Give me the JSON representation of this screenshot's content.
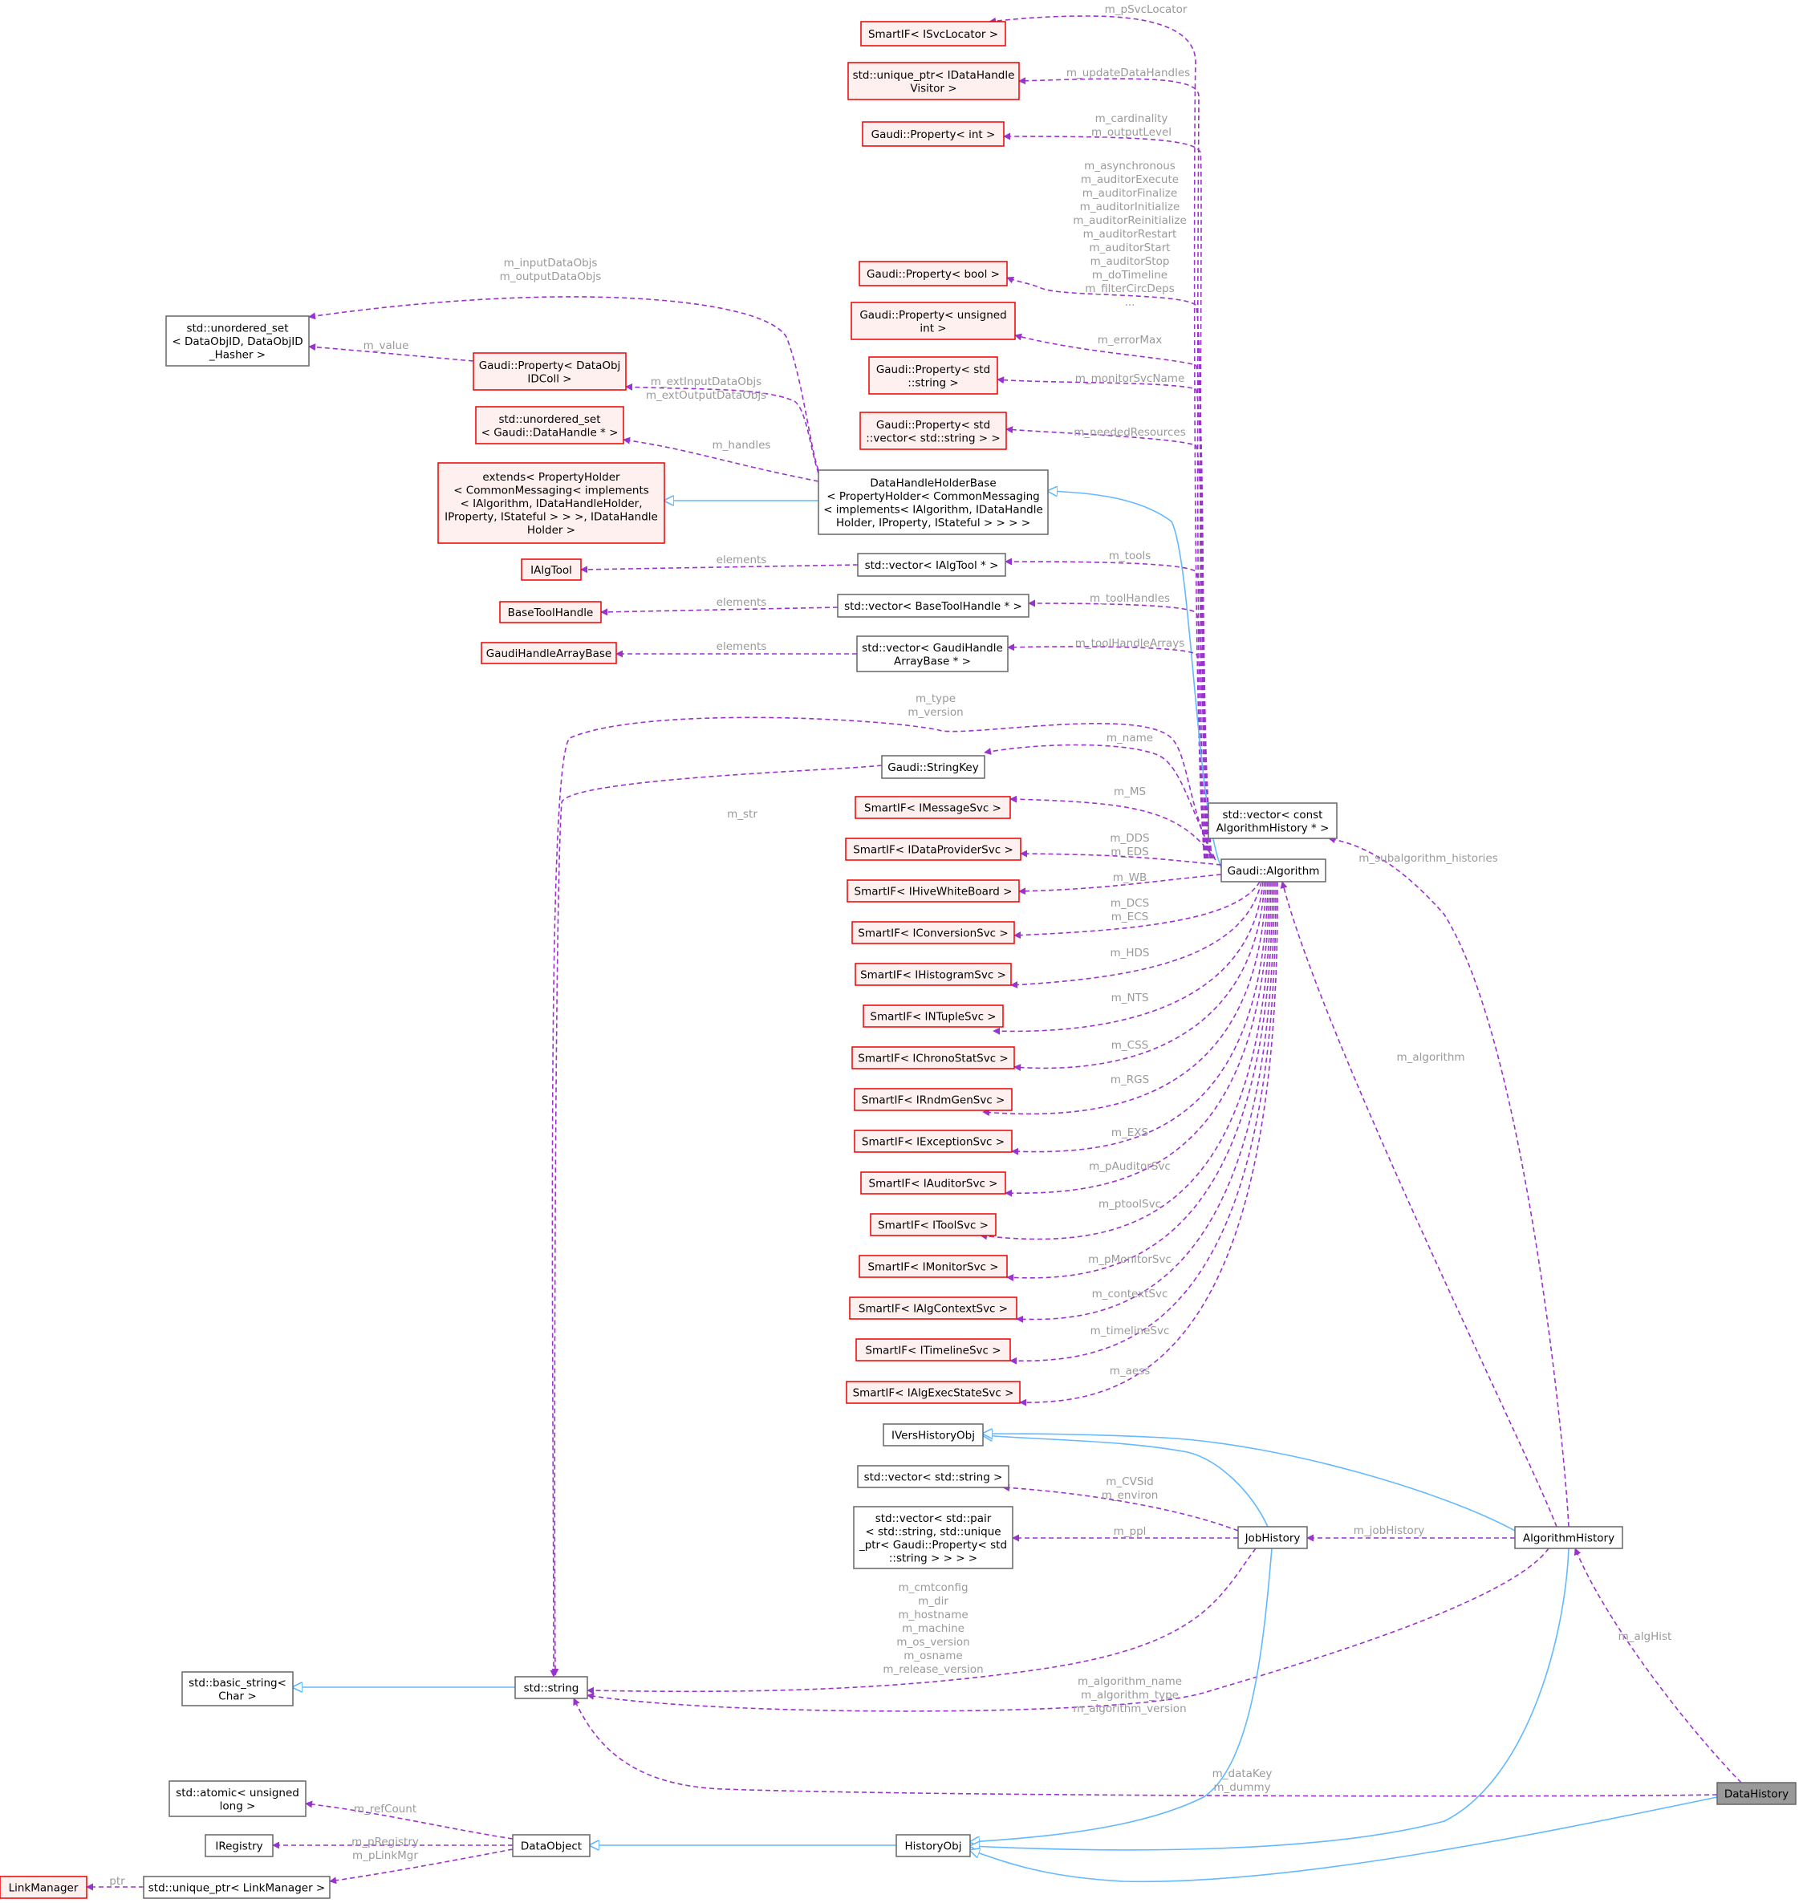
{
  "colors": {
    "node_border_plain": "#666666",
    "node_fill_plain": "#ffffff",
    "node_border_red": "#ee0000",
    "node_fill_red": "#fff0f0",
    "node_fill_root": "#999999",
    "node_border_root": "#666666",
    "edge_usage": "#9a32cd",
    "edge_inherit": "#63b8ff",
    "edge_label": "#9a9a9a"
  },
  "nodes": [
    {
      "id": "n_isvclocator",
      "lines": [
        "SmartIF< ISvcLocator >"
      ],
      "style": "red"
    },
    {
      "id": "n_uptr_visitor",
      "lines": [
        "std::unique_ptr< IDataHandle",
        "Visitor >"
      ],
      "style": "red"
    },
    {
      "id": "n_prop_int",
      "lines": [
        "Gaudi::Property< int >"
      ],
      "style": "red"
    },
    {
      "id": "n_prop_bool",
      "lines": [
        "Gaudi::Property< bool >"
      ],
      "style": "red"
    },
    {
      "id": "n_prop_unsigned",
      "lines": [
        "Gaudi::Property< unsigned",
        "int >"
      ],
      "style": "red"
    },
    {
      "id": "n_prop_string",
      "lines": [
        "Gaudi::Property< std",
        "::string >"
      ],
      "style": "red"
    },
    {
      "id": "n_prop_vecstring",
      "lines": [
        "Gaudi::Property< std",
        "::vector< std::string > >"
      ],
      "style": "red"
    },
    {
      "id": "n_unordered_dataobjid",
      "lines": [
        "std::unordered_set",
        "< DataObjID, DataObjID",
        "_Hasher >"
      ],
      "style": "plain"
    },
    {
      "id": "n_prop_dataobjidcoll",
      "lines": [
        "Gaudi::Property< DataObj",
        "IDColl >"
      ],
      "style": "red"
    },
    {
      "id": "n_unordered_datahandle",
      "lines": [
        "std::unordered_set",
        "< Gaudi::DataHandle * >"
      ],
      "style": "red"
    },
    {
      "id": "n_extends",
      "lines": [
        "extends< PropertyHolder",
        "< CommonMessaging< implements",
        "< IAlgorithm, IDataHandleHolder,",
        "IProperty, IStateful > > >, IDataHandle",
        "Holder >"
      ],
      "style": "red"
    },
    {
      "id": "n_dhholderbase",
      "lines": [
        "DataHandleHolderBase",
        "< PropertyHolder< CommonMessaging",
        "< implements< IAlgorithm, IDataHandle",
        "Holder, IProperty, IStateful > > > >"
      ],
      "style": "plain"
    },
    {
      "id": "n_ialgtool",
      "lines": [
        "IAlgTool"
      ],
      "style": "red"
    },
    {
      "id": "n_vec_ialgtool",
      "lines": [
        "std::vector< IAlgTool * >"
      ],
      "style": "plain"
    },
    {
      "id": "n_basetoolhandle",
      "lines": [
        "BaseToolHandle"
      ],
      "style": "red"
    },
    {
      "id": "n_vec_basetoolhandle",
      "lines": [
        "std::vector< BaseToolHandle * >"
      ],
      "style": "plain"
    },
    {
      "id": "n_gaudihandlearraybase",
      "lines": [
        "GaudiHandleArrayBase"
      ],
      "style": "red"
    },
    {
      "id": "n_vec_gaudihandlearray",
      "lines": [
        "std::vector< GaudiHandle",
        "ArrayBase * >"
      ],
      "style": "plain"
    },
    {
      "id": "n_stringkey",
      "lines": [
        "Gaudi::StringKey"
      ],
      "style": "plain"
    },
    {
      "id": "n_imessagesvc",
      "lines": [
        "SmartIF< IMessageSvc >"
      ],
      "style": "red"
    },
    {
      "id": "n_vec_alghistory",
      "lines": [
        "std::vector< const",
        "AlgorithmHistory * >"
      ],
      "style": "plain"
    },
    {
      "id": "n_idataprovidersvc",
      "lines": [
        "SmartIF< IDataProviderSvc >"
      ],
      "style": "red"
    },
    {
      "id": "n_gaudialgorithm",
      "lines": [
        "Gaudi::Algorithm"
      ],
      "style": "plain"
    },
    {
      "id": "n_ihivewhiteboard",
      "lines": [
        "SmartIF< IHiveWhiteBoard >"
      ],
      "style": "red"
    },
    {
      "id": "n_iconversionsvc",
      "lines": [
        "SmartIF< IConversionSvc >"
      ],
      "style": "red"
    },
    {
      "id": "n_ihistogramsvc",
      "lines": [
        "SmartIF< IHistogramSvc >"
      ],
      "style": "red"
    },
    {
      "id": "n_intuplesvc",
      "lines": [
        "SmartIF< INTupleSvc >"
      ],
      "style": "red"
    },
    {
      "id": "n_ichronostatsvc",
      "lines": [
        "SmartIF< IChronoStatSvc >"
      ],
      "style": "red"
    },
    {
      "id": "n_irndmgensvc",
      "lines": [
        "SmartIF< IRndmGenSvc >"
      ],
      "style": "red"
    },
    {
      "id": "n_iexceptionsvc",
      "lines": [
        "SmartIF< IExceptionSvc >"
      ],
      "style": "red"
    },
    {
      "id": "n_iauditorsvc",
      "lines": [
        "SmartIF< IAuditorSvc >"
      ],
      "style": "red"
    },
    {
      "id": "n_itoolsvc",
      "lines": [
        "SmartIF< IToolSvc >"
      ],
      "style": "red"
    },
    {
      "id": "n_imonitorsvc",
      "lines": [
        "SmartIF< IMonitorSvc >"
      ],
      "style": "red"
    },
    {
      "id": "n_ialgcontextsvc",
      "lines": [
        "SmartIF< IAlgContextSvc >"
      ],
      "style": "red"
    },
    {
      "id": "n_itimelinesvc",
      "lines": [
        "SmartIF< ITimelineSvc >"
      ],
      "style": "red"
    },
    {
      "id": "n_ialgexecstatesvc",
      "lines": [
        "SmartIF< IAlgExecStateSvc >"
      ],
      "style": "red"
    },
    {
      "id": "n_iverhistoryobj",
      "lines": [
        "IVersHistoryObj"
      ],
      "style": "plain"
    },
    {
      "id": "n_vec_string",
      "lines": [
        "std::vector< std::string >"
      ],
      "style": "plain"
    },
    {
      "id": "n_vec_pair",
      "lines": [
        "std::vector< std::pair",
        "< std::string, std::unique",
        "_ptr< Gaudi::Property< std",
        "::string > > > >"
      ],
      "style": "plain"
    },
    {
      "id": "n_jobhistory",
      "lines": [
        "JobHistory"
      ],
      "style": "plain"
    },
    {
      "id": "n_algorithmhistory",
      "lines": [
        "AlgorithmHistory"
      ],
      "style": "plain"
    },
    {
      "id": "n_basic_string",
      "lines": [
        "std::basic_string<",
        "Char >"
      ],
      "style": "plain"
    },
    {
      "id": "n_stdstring",
      "lines": [
        "std::string"
      ],
      "style": "plain"
    },
    {
      "id": "n_datahistory",
      "lines": [
        "DataHistory"
      ],
      "style": "root"
    },
    {
      "id": "n_atomic",
      "lines": [
        "std::atomic< unsigned",
        "long >"
      ],
      "style": "plain"
    },
    {
      "id": "n_iregistry",
      "lines": [
        "IRegistry"
      ],
      "style": "plain"
    },
    {
      "id": "n_dataobject",
      "lines": [
        "DataObject"
      ],
      "style": "plain"
    },
    {
      "id": "n_historyobj",
      "lines": [
        "HistoryObj"
      ],
      "style": "plain"
    },
    {
      "id": "n_linkmanager",
      "lines": [
        "LinkManager"
      ],
      "style": "red"
    },
    {
      "id": "n_uptr_linkmanager",
      "lines": [
        "std::unique_ptr< LinkManager >"
      ],
      "style": "plain"
    }
  ],
  "edges": [
    {
      "id": "e_psvclocator",
      "kind": "usage",
      "label_lines": [
        "m_pSvcLocator"
      ]
    },
    {
      "id": "e_updatedatahandles",
      "kind": "usage",
      "label_lines": [
        "m_updateDataHandles"
      ]
    },
    {
      "id": "e_cardinality",
      "kind": "usage",
      "label_lines": [
        "m_cardinality",
        "m_outputLevel"
      ]
    },
    {
      "id": "e_asynchronous",
      "kind": "usage",
      "label_lines": [
        "m_asynchronous",
        "m_auditorExecute",
        "m_auditorFinalize",
        "m_auditorInitialize",
        "m_auditorReinitialize",
        "m_auditorRestart",
        "m_auditorStart",
        "m_auditorStop",
        "m_doTimeline",
        "m_filterCircDeps",
        "..."
      ]
    },
    {
      "id": "e_errormax",
      "kind": "usage",
      "label_lines": [
        "m_errorMax"
      ]
    },
    {
      "id": "e_monitorsvcname",
      "kind": "usage",
      "label_lines": [
        "m_monitorSvcName"
      ]
    },
    {
      "id": "e_neededresources",
      "kind": "usage",
      "label_lines": [
        "m_neededResources"
      ]
    },
    {
      "id": "e_inputdataobjs",
      "kind": "usage",
      "label_lines": [
        "m_inputDataObjs",
        "m_outputDataObjs"
      ]
    },
    {
      "id": "e_value",
      "kind": "usage",
      "label_lines": [
        "m_value"
      ]
    },
    {
      "id": "e_extinputdataobjs",
      "kind": "usage",
      "label_lines": [
        "m_extInputDataObjs",
        "m_extOutputDataObjs"
      ]
    },
    {
      "id": "e_handles",
      "kind": "usage",
      "label_lines": [
        "m_handles"
      ]
    },
    {
      "id": "e_extends_inherit",
      "kind": "inherit",
      "label_lines": []
    },
    {
      "id": "e_dhholder_inherit",
      "kind": "inherit",
      "label_lines": []
    },
    {
      "id": "e_tools",
      "kind": "usage",
      "label_lines": [
        "m_tools"
      ]
    },
    {
      "id": "e_elements_ialgtool",
      "kind": "usage",
      "label_lines": [
        "elements"
      ]
    },
    {
      "id": "e_toolhandles",
      "kind": "usage",
      "label_lines": [
        "m_toolHandles"
      ]
    },
    {
      "id": "e_elements_basetool",
      "kind": "usage",
      "label_lines": [
        "elements"
      ]
    },
    {
      "id": "e_toolhandlearrays",
      "kind": "usage",
      "label_lines": [
        "m_toolHandleArrays"
      ]
    },
    {
      "id": "e_elements_gaudihandle",
      "kind": "usage",
      "label_lines": [
        "elements"
      ]
    },
    {
      "id": "e_type",
      "kind": "usage",
      "label_lines": [
        "m_type",
        "m_version"
      ]
    },
    {
      "id": "e_name",
      "kind": "usage",
      "label_lines": [
        "m_name"
      ]
    },
    {
      "id": "e_str",
      "kind": "usage",
      "label_lines": [
        "m_str"
      ]
    },
    {
      "id": "e_ms",
      "kind": "usage",
      "label_lines": [
        "m_MS"
      ]
    },
    {
      "id": "e_dds",
      "kind": "usage",
      "label_lines": [
        "m_DDS",
        "m_EDS"
      ]
    },
    {
      "id": "e_wb",
      "kind": "usage",
      "label_lines": [
        "m_WB"
      ]
    },
    {
      "id": "e_dcs",
      "kind": "usage",
      "label_lines": [
        "m_DCS",
        "m_ECS"
      ]
    },
    {
      "id": "e_hds",
      "kind": "usage",
      "label_lines": [
        "m_HDS"
      ]
    },
    {
      "id": "e_nts",
      "kind": "usage",
      "label_lines": [
        "m_NTS"
      ]
    },
    {
      "id": "e_css",
      "kind": "usage",
      "label_lines": [
        "m_CSS"
      ]
    },
    {
      "id": "e_rgs",
      "kind": "usage",
      "label_lines": [
        "m_RGS"
      ]
    },
    {
      "id": "e_exs",
      "kind": "usage",
      "label_lines": [
        "m_EXS"
      ]
    },
    {
      "id": "e_pauditorsvc",
      "kind": "usage",
      "label_lines": [
        "m_pAuditorSvc"
      ]
    },
    {
      "id": "e_ptoolsvc",
      "kind": "usage",
      "label_lines": [
        "m_ptoolSvc"
      ]
    },
    {
      "id": "e_pmonitorsvc",
      "kind": "usage",
      "label_lines": [
        "m_pMonitorSvc"
      ]
    },
    {
      "id": "e_contextsvc",
      "kind": "usage",
      "label_lines": [
        "m_contextSvc"
      ]
    },
    {
      "id": "e_timelinesvc",
      "kind": "usage",
      "label_lines": [
        "m_timelineSvc"
      ]
    },
    {
      "id": "e_aess",
      "kind": "usage",
      "label_lines": [
        "m_aess"
      ]
    },
    {
      "id": "e_subalgorithm",
      "kind": "usage",
      "label_lines": [
        "m_subalgorithm_histories"
      ]
    },
    {
      "id": "e_algorithm",
      "kind": "usage",
      "label_lines": [
        "m_algorithm"
      ]
    },
    {
      "id": "e_jobhist_inherit_ivers",
      "kind": "inherit",
      "label_lines": []
    },
    {
      "id": "e_alghist_inherit_ivers",
      "kind": "inherit",
      "label_lines": []
    },
    {
      "id": "e_cvsid",
      "kind": "usage",
      "label_lines": [
        "m_CVSid",
        "m_environ"
      ]
    },
    {
      "id": "e_ppl",
      "kind": "usage",
      "label_lines": [
        "m_ppl"
      ]
    },
    {
      "id": "e_jobhistory",
      "kind": "usage",
      "label_lines": [
        "m_jobHistory"
      ]
    },
    {
      "id": "e_alghist",
      "kind": "usage",
      "label_lines": [
        "m_algHist"
      ]
    },
    {
      "id": "e_basic_string_inherit",
      "kind": "inherit",
      "label_lines": []
    },
    {
      "id": "e_cmtconfig",
      "kind": "usage",
      "label_lines": [
        "m_cmtconfig",
        "m_dir",
        "m_hostname",
        "m_machine",
        "m_os_version",
        "m_osname",
        "m_release_version"
      ]
    },
    {
      "id": "e_algorithm_name",
      "kind": "usage",
      "label_lines": [
        "m_algorithm_name",
        "m_algorithm_type",
        "m_algorithm_version"
      ]
    },
    {
      "id": "e_datakey",
      "kind": "usage",
      "label_lines": [
        "m_dataKey",
        "m_dummy"
      ]
    },
    {
      "id": "e_refcount",
      "kind": "usage",
      "label_lines": [
        "m_refCount"
      ]
    },
    {
      "id": "e_pregistry",
      "kind": "usage",
      "label_lines": [
        "m_pRegistry"
      ]
    },
    {
      "id": "e_plinkmgr",
      "kind": "usage",
      "label_lines": [
        "m_pLinkMgr"
      ]
    },
    {
      "id": "e_ptr",
      "kind": "usage",
      "label_lines": [
        "ptr"
      ]
    },
    {
      "id": "e_historyobj_dataobject",
      "kind": "inherit",
      "label_lines": []
    },
    {
      "id": "e_jobhist_inherit_histobj",
      "kind": "inherit",
      "label_lines": []
    },
    {
      "id": "e_alghist_inherit_histobj",
      "kind": "inherit",
      "label_lines": []
    },
    {
      "id": "e_datahist_inherit_histobj",
      "kind": "inherit",
      "label_lines": []
    }
  ]
}
